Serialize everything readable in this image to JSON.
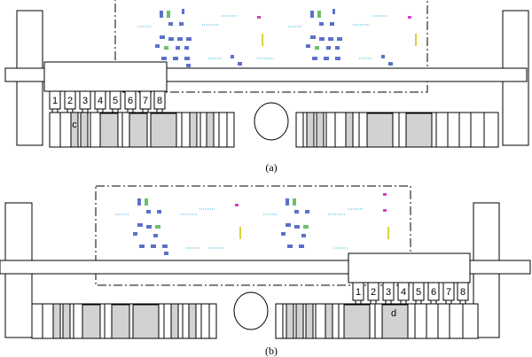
{
  "panels": [
    {
      "caption": "(a)",
      "nozzle_labels": [
        "1",
        "2",
        "3",
        "4",
        "5",
        "6",
        "7",
        "8"
      ],
      "component_marker": "c"
    },
    {
      "caption": "(b)",
      "nozzle_labels": [
        "1",
        "2",
        "3",
        "4",
        "5",
        "6",
        "7",
        "8"
      ],
      "component_marker": "d"
    }
  ],
  "colors": {
    "outline": "#000000",
    "component_fill": "#d2d2d2",
    "pcb_dots_cyan": "#3fb8d6",
    "pcb_dots_blue": "#5a72c8",
    "pcb_yellow": "#d8d23a",
    "pcb_magenta": "#d040c0",
    "pcb_green": "#6cc06c"
  }
}
